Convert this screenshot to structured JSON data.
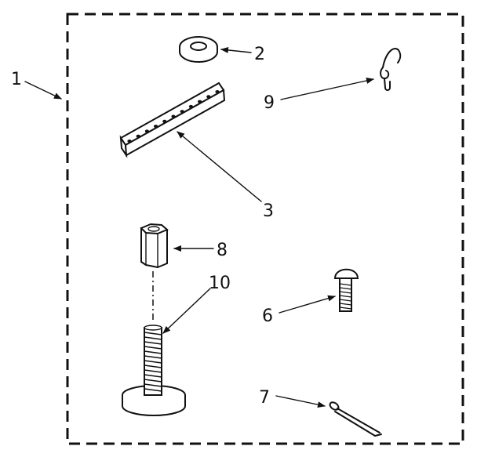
{
  "diagram": {
    "callouts": {
      "c1": "1",
      "c2": "2",
      "c3": "3",
      "c6": "6",
      "c7": "7",
      "c8": "8",
      "c9": "9",
      "c10": "10"
    },
    "colors": {
      "ink": "#111111",
      "background": "#ffffff"
    }
  }
}
